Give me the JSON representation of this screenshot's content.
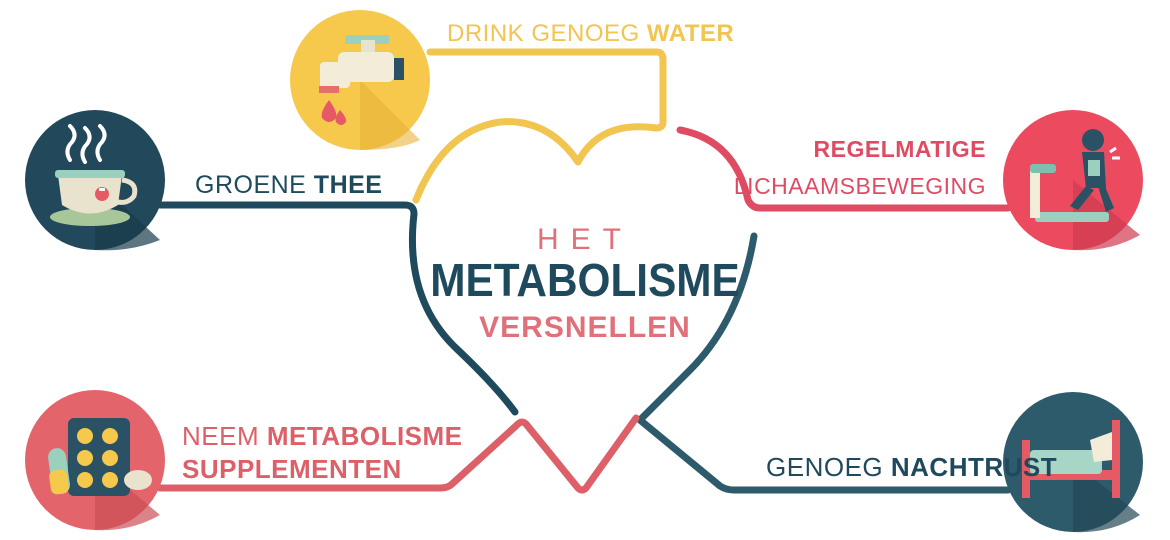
{
  "title": {
    "het": "HET",
    "main": "METABOLISME",
    "sub": "VERSNELLEN"
  },
  "items": {
    "water": {
      "light": "DRINK GENOEG ",
      "bold": "WATER",
      "icon": "faucet-icon",
      "color": "#f2c450"
    },
    "thee": {
      "light": "GROENE ",
      "bold": "THEE",
      "icon": "tea-cup-icon",
      "color": "#1f4a5e"
    },
    "beweging": {
      "line1": "REGELMATIGE",
      "line2": "LICHAAMSBEWEGING",
      "icon": "treadmill-icon",
      "color": "#e04b64"
    },
    "supplementen": {
      "light": "NEEM ",
      "bold": "METABOLISME",
      "line2": "SUPPLEMENTEN",
      "icon": "pills-icon",
      "color": "#dd6068"
    },
    "nachtrust": {
      "light": "GENOEG ",
      "bold": "NACHTRUST",
      "icon": "bed-icon",
      "color": "#1f4a5e"
    }
  },
  "colors": {
    "navy": "#1f4a5e",
    "yellow": "#f2c450",
    "red": "#e04b64",
    "coral": "#dd6068"
  }
}
